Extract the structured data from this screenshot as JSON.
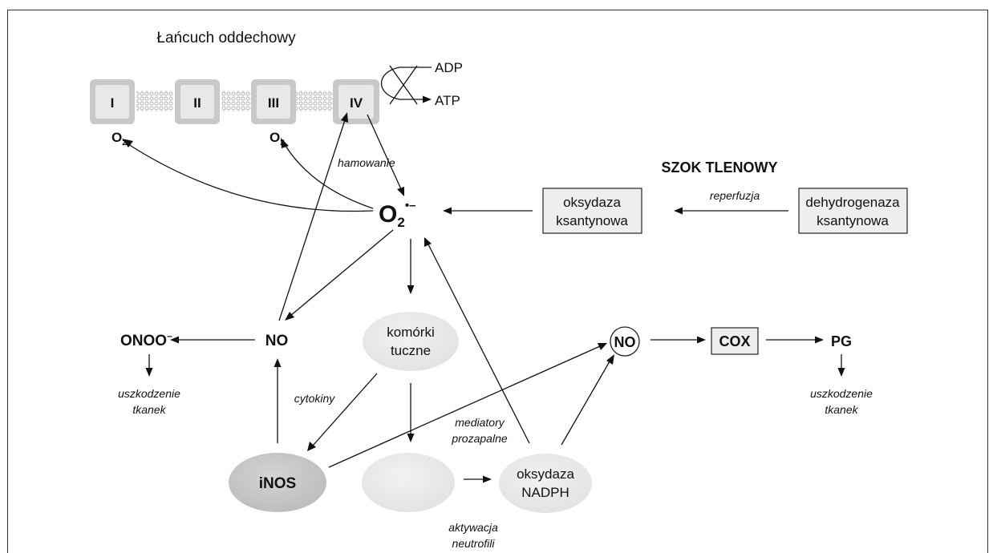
{
  "chain_title": "Łańcuch oddechowy",
  "complexes": [
    "I",
    "II",
    "III",
    "IV"
  ],
  "adp": "ADP",
  "atp": "ATP",
  "o2": "O",
  "o2_sub": "2",
  "superoxide": "O",
  "superoxide_sub": "2",
  "superoxide_sup": "•–",
  "hamowanie": "hamowanie",
  "szok_title": "SZOK TLENOWY",
  "oksydaza_ks_line1": "oksydaza",
  "oksydaza_ks_line2": "ksantynowa",
  "dehydro_line1": "dehydrogenaza",
  "dehydro_line2": "ksantynowa",
  "reperfuzja": "reperfuzja",
  "onoo": "ONOO",
  "onoo_sup": "–",
  "no": "NO",
  "uszk_line1": "uszkodzenie",
  "uszk_line2": "tkanek",
  "komorki_line1": "komórki",
  "komorki_line2": "tuczne",
  "cytokiny": "cytokiny",
  "mediatory_line1": "mediatory",
  "mediatory_line2": "prozapalne",
  "inos": "iNOS",
  "nadph_line1": "oksydaza",
  "nadph_line2": "NADPH",
  "aktywacja_line1": "aktywacja",
  "aktywacja_line2": "neutrofili",
  "cox": "COX",
  "pg": "PG"
}
